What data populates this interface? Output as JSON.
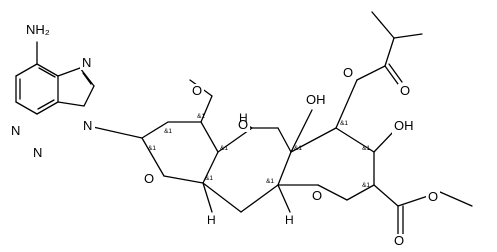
{
  "atoms": {
    "nh2": "NH₂",
    "n": "N",
    "o": "O",
    "oh": "OH",
    "ho": "HO",
    "h": "H"
  },
  "stereo_label": "&1"
}
